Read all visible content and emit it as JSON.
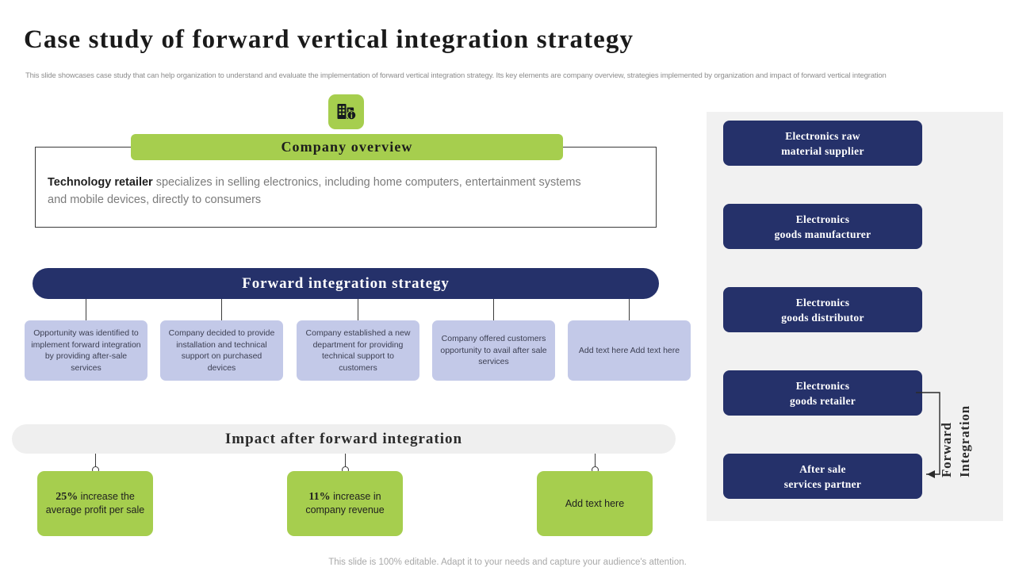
{
  "slide": {
    "title": "Case study of forward vertical integration strategy",
    "subtitle": "This slide showcases case study that can help organization to understand and evaluate the implementation of forward vertical integration strategy. Its key elements are company overview, strategies implemented by organization and impact of forward vertical integration",
    "footer": "This slide is 100% editable. Adapt it to your needs and capture your audience's attention."
  },
  "colors": {
    "green": "#a6ce4e",
    "navy": "#25316a",
    "periwinkle": "#c3c9e8",
    "panel_gray": "#f1f1f1",
    "bar_gray": "#efefef"
  },
  "overview": {
    "icon": "company-info-icon",
    "header": "Company overview",
    "body_bold": "Technology retailer",
    "body_rest": " specializes in selling electronics, including home computers, entertainment systems and mobile devices, directly to consumers"
  },
  "strategy": {
    "header": "Forward integration strategy",
    "cards": [
      {
        "text": "Opportunity was identified to implement forward integration by providing after-sale services"
      },
      {
        "text": "Company decided to provide installation and technical support on purchased devices"
      },
      {
        "text": "Company established a new department for providing technical support to customers"
      },
      {
        "text": "Company offered customers opportunity to avail after sale services"
      },
      {
        "text": "Add text here Add text here"
      }
    ]
  },
  "impact": {
    "header": "Impact after forward integration",
    "cards": [
      {
        "value": "25%",
        "text": " increase the average profit per sale"
      },
      {
        "value": "11%",
        "text": " increase in company revenue"
      },
      {
        "value": "",
        "text": "Add text here"
      }
    ]
  },
  "chain": {
    "boxes": [
      {
        "line1": "Electronics raw",
        "line2": "material supplier"
      },
      {
        "line1": "Electronics",
        "line2": "goods manufacturer"
      },
      {
        "line1": "Electronics",
        "line2": "goods distributor"
      },
      {
        "line1": "Electronics",
        "line2": "goods retailer"
      },
      {
        "line1": "After sale",
        "line2": "services partner"
      }
    ],
    "arrow_label_line1": "Forward",
    "arrow_label_line2": "Integration"
  }
}
